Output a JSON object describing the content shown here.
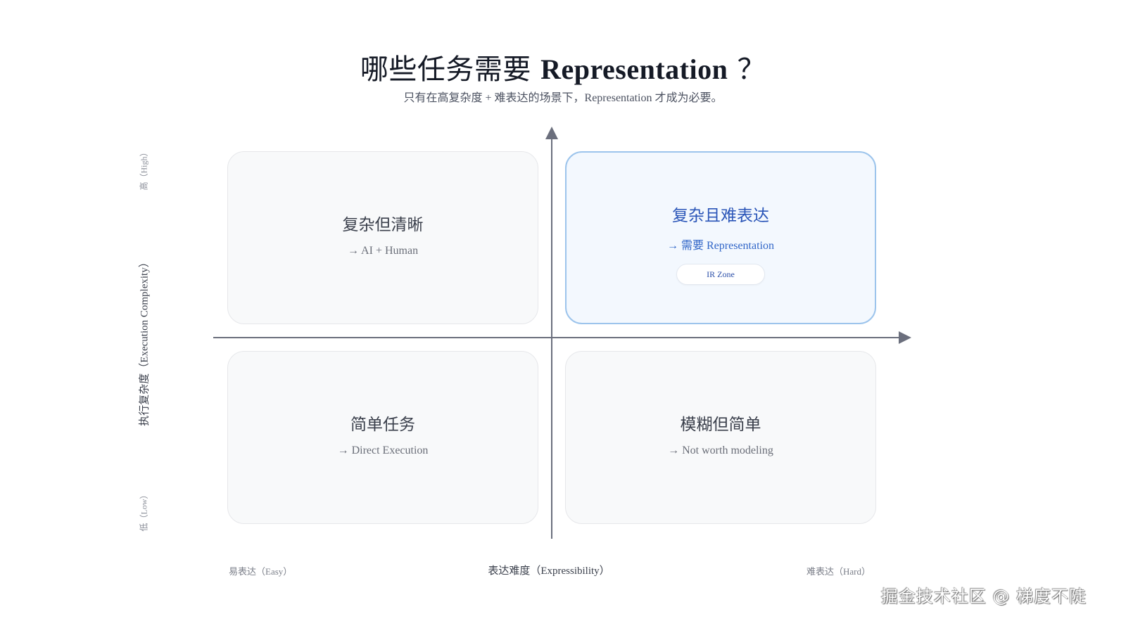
{
  "header": {
    "title_cn": "哪些任务需要",
    "title_en": "Representation",
    "title_mark": "？",
    "subtitle": "只有在高复杂度 + 难表达的场景下，Representation 才成为必要。"
  },
  "axes": {
    "y": {
      "title": "执行复杂度（Execution Complexity）",
      "high_label": "高（High）",
      "low_label": "低（Low）"
    },
    "x": {
      "title": "表达难度（Expressibility）",
      "easy_label": "易表达（Easy）",
      "hard_label": "难表达（Hard）"
    },
    "color": "#6b6f7d"
  },
  "quadrants": {
    "top_left": {
      "title": "复杂但清晰",
      "subtitle": "→ AI + Human"
    },
    "top_right": {
      "title": "复杂且难表达",
      "subtitle": "→ 需要 Representation",
      "badge": "IR Zone",
      "accent": "#2a55b8"
    },
    "bottom_left": {
      "title": "简单任务",
      "subtitle": "→ Direct Execution"
    },
    "bottom_right": {
      "title": "模糊但简单",
      "subtitle": "→ Not worth modeling"
    }
  },
  "watermark": "掘金技术社区 @ 梯度不陡"
}
